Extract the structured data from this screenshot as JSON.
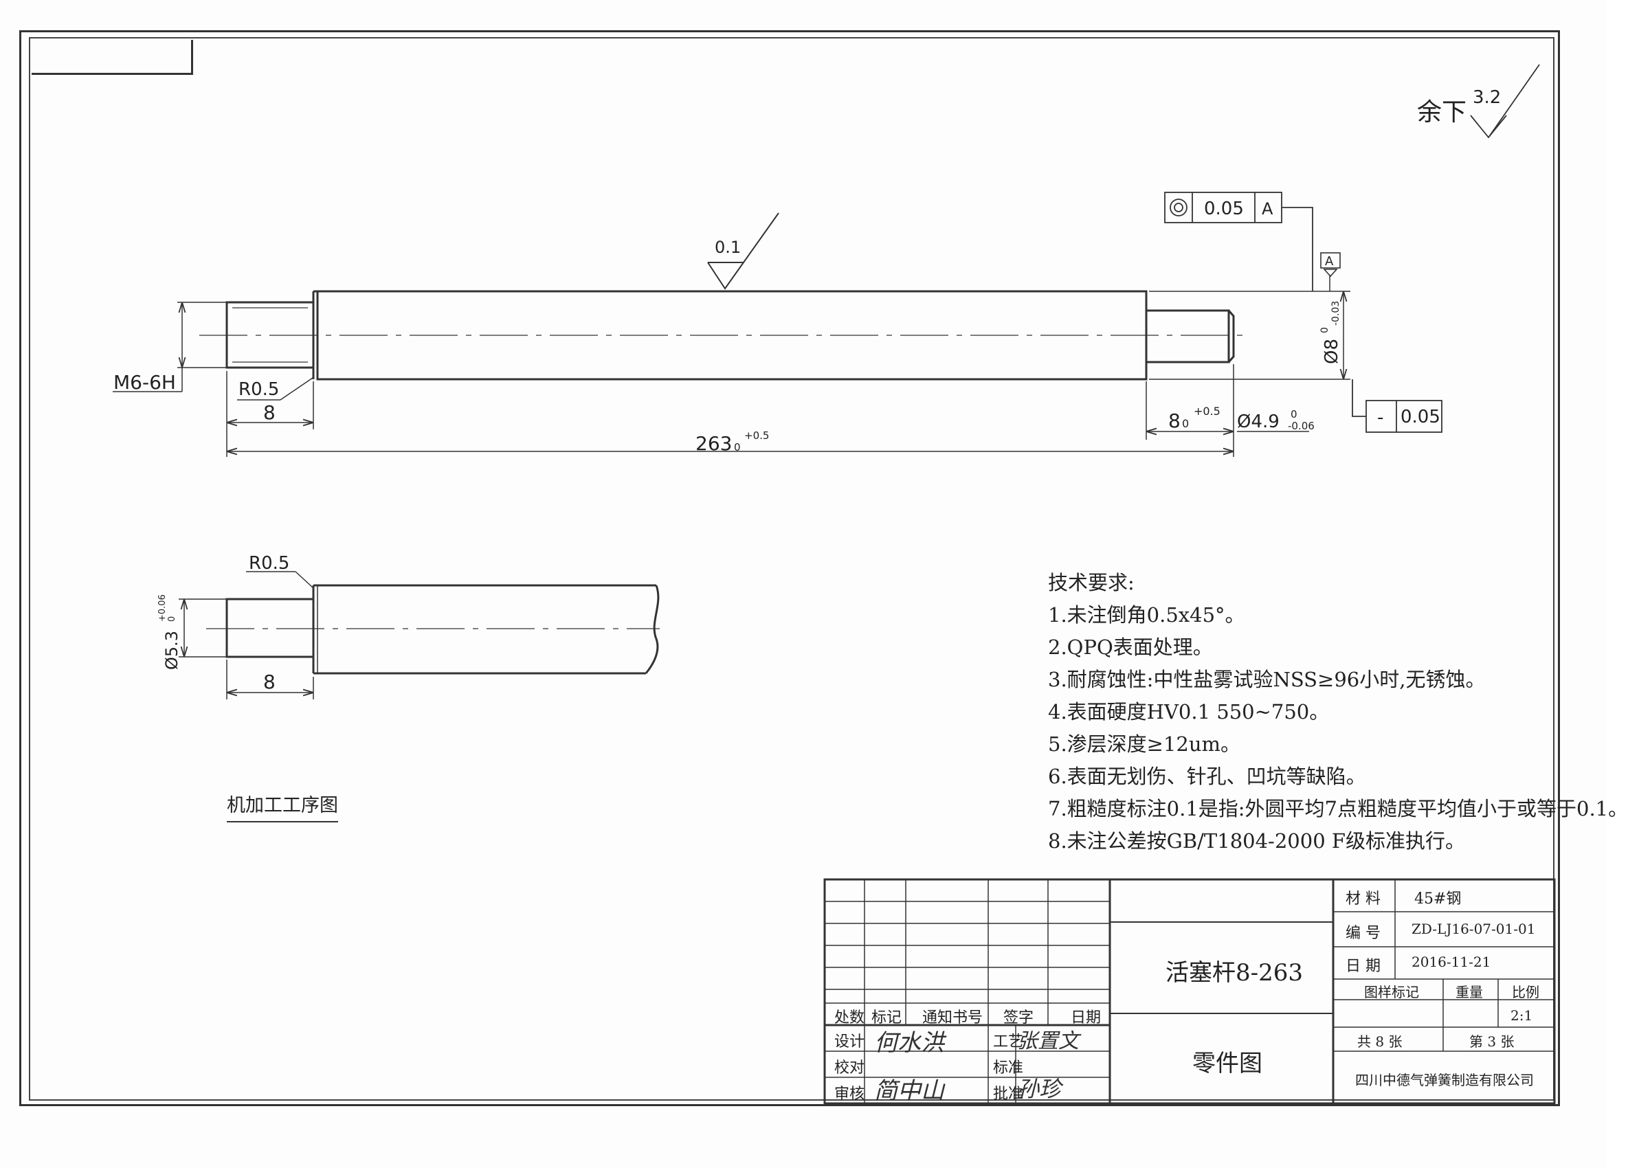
{
  "roughness_general": {
    "label": "余下",
    "value": "3.2"
  },
  "roughness_main": {
    "value": "0.1"
  },
  "geometric_tolerance_coaxiality": {
    "symbol": "◎",
    "value": "0.05",
    "datum": "A"
  },
  "datum_label": "A",
  "geometric_tolerance_straightness": {
    "symbol": "-",
    "value": "0.05"
  },
  "dimensions": {
    "thread": "M6-6H",
    "fillet_left": "R0.5",
    "thread_length": "8",
    "overall_length": "263",
    "overall_length_tol": "+0.5",
    "overall_length_tol_low": "0",
    "right_step_length": "8",
    "right_step_tol": "+0.5",
    "right_step_tol_low": "0",
    "right_step_dia": "Ø4.9",
    "right_step_dia_tol_up": "0",
    "right_step_dia_tol_low": "-0.06",
    "main_dia": "Ø8",
    "main_dia_tol_up": "0",
    "main_dia_tol_low": "-0.03",
    "detail_fillet": "R0.5",
    "detail_dia": "Ø5.3",
    "detail_dia_tol_up": "+0.06",
    "detail_dia_tol_low": "0",
    "detail_length": "8"
  },
  "tech_requirements": {
    "title": "技术要求:",
    "items": [
      "1.未注倒角0.5x45°。",
      "2.QPQ表面处理。",
      "3.耐腐蚀性:中性盐雾试验NSS≥96小时,无锈蚀。",
      "4.表面硬度HV0.1 550~750。",
      "5.渗层深度≥12um。",
      "6.表面无划伤、针孔、凹坑等缺陷。",
      "7.粗糙度标注0.1是指:外圆平均7点粗糙度平均值小于或等于0.1。",
      "8.未注公差按GB/T1804-2000 F级标准执行。"
    ]
  },
  "process_title": "机加工工序图",
  "title_block": {
    "headers": [
      "处数",
      "标记",
      "通知书号",
      "签字",
      "日期"
    ],
    "roles": {
      "design": "设计",
      "check": "校对",
      "review": "审核",
      "process": "工艺",
      "standard": "标准",
      "approve": "批准"
    },
    "part_name": "活塞杆8-263",
    "drawing_type": "零件图",
    "material_label": "材 料",
    "material_value": "45#钢",
    "number_label": "编 号",
    "number_value": "ZD-LJ16-07-01-01",
    "date_label": "日 期",
    "date_value": "2016-11-21",
    "mark_label": "图样标记",
    "weight_label": "重量",
    "scale_label": "比例",
    "scale_value": "2:1",
    "sheets_total": "共 8 张",
    "sheet_no": "第 3 张",
    "company": "四川中德气弹簧制造有限公司"
  },
  "signatures": {
    "design": "何水洪",
    "check": "简中山",
    "review": "简中山",
    "process": "张置文",
    "standard": "张置文",
    "approve": "孙珍"
  }
}
